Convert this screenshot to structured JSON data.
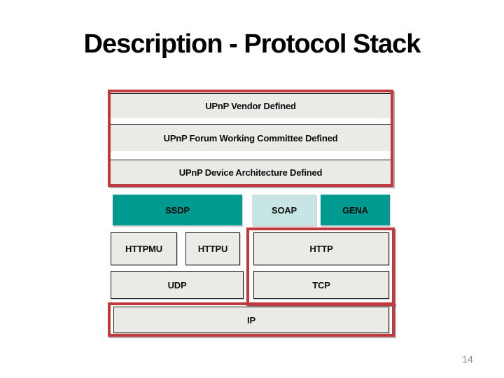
{
  "slide": {
    "title": "Description - Protocol Stack",
    "page_number": "14"
  },
  "colors": {
    "red": "#c1393d",
    "teal": "#009a91",
    "teal_light": "#c7e5e2",
    "gray": "#eceae7",
    "ink": "#0b0b0b",
    "page_num": "#8f8f8f"
  },
  "diagram": {
    "upnp_layers": [
      {
        "label": "UPnP Vendor Defined"
      },
      {
        "label": "UPnP Forum Working Committee Defined"
      },
      {
        "label": "UPnP Device Architecture Defined"
      }
    ],
    "discovery_row": [
      {
        "label": "SSDP",
        "style": "teal"
      },
      {
        "label": "SOAP",
        "style": "light-teal"
      },
      {
        "label": "GENA",
        "style": "teal"
      }
    ],
    "http_row": [
      {
        "label": "HTTPMU"
      },
      {
        "label": "HTTPU"
      },
      {
        "label": "HTTP"
      }
    ],
    "transport_row": [
      {
        "label": "UDP"
      },
      {
        "label": "TCP"
      }
    ],
    "network_row": [
      {
        "label": "IP"
      }
    ]
  }
}
